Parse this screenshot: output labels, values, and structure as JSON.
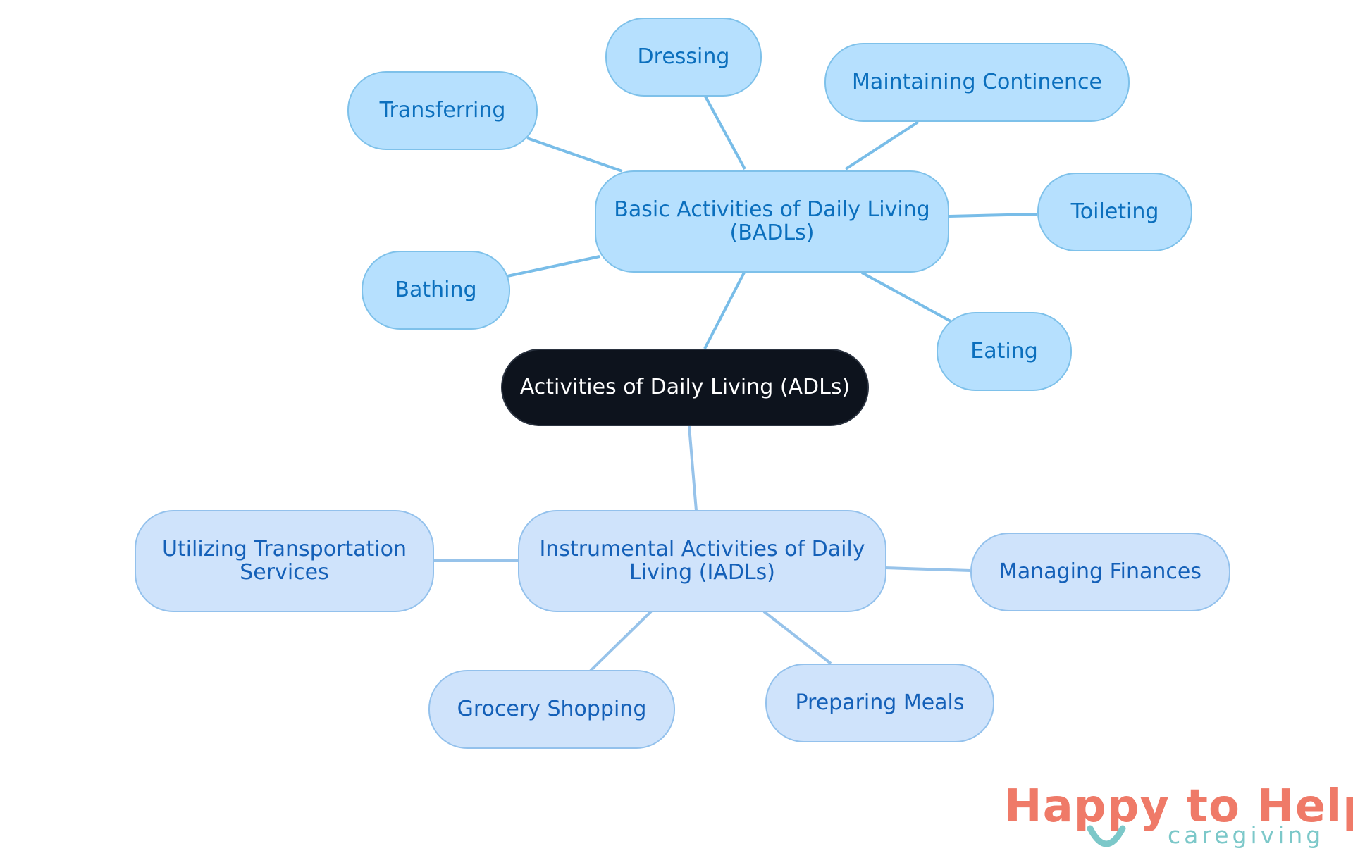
{
  "colors": {
    "root_fill": "#0d131d",
    "badl_fill": "#b6e0fe",
    "badl_text": "#0b6fbd",
    "iadl_fill": "#cfe3fb",
    "iadl_text": "#1460b8",
    "badl_link": "#79bde8",
    "iadl_link": "#97c3ea",
    "logo_primary": "#ef7a68",
    "logo_secondary": "#7cc8c9"
  },
  "mindmap": {
    "root": {
      "label": "Activities of Daily Living (ADLs)"
    },
    "branches": [
      {
        "id": "badl",
        "label": "Basic Activities of Daily Living (BADLs)",
        "children": [
          "Dressing",
          "Maintaining Continence",
          "Transferring",
          "Toileting",
          "Bathing",
          "Eating"
        ]
      },
      {
        "id": "iadl",
        "label": "Instrumental Activities of Daily Living (IADLs)",
        "children": [
          "Utilizing Transportation Services",
          "Managing Finances",
          "Grocery Shopping",
          "Preparing Meals"
        ]
      }
    ]
  },
  "logo": {
    "name": "Happy to Help",
    "tagline": "caregiving",
    "icon": "smile-icon"
  }
}
